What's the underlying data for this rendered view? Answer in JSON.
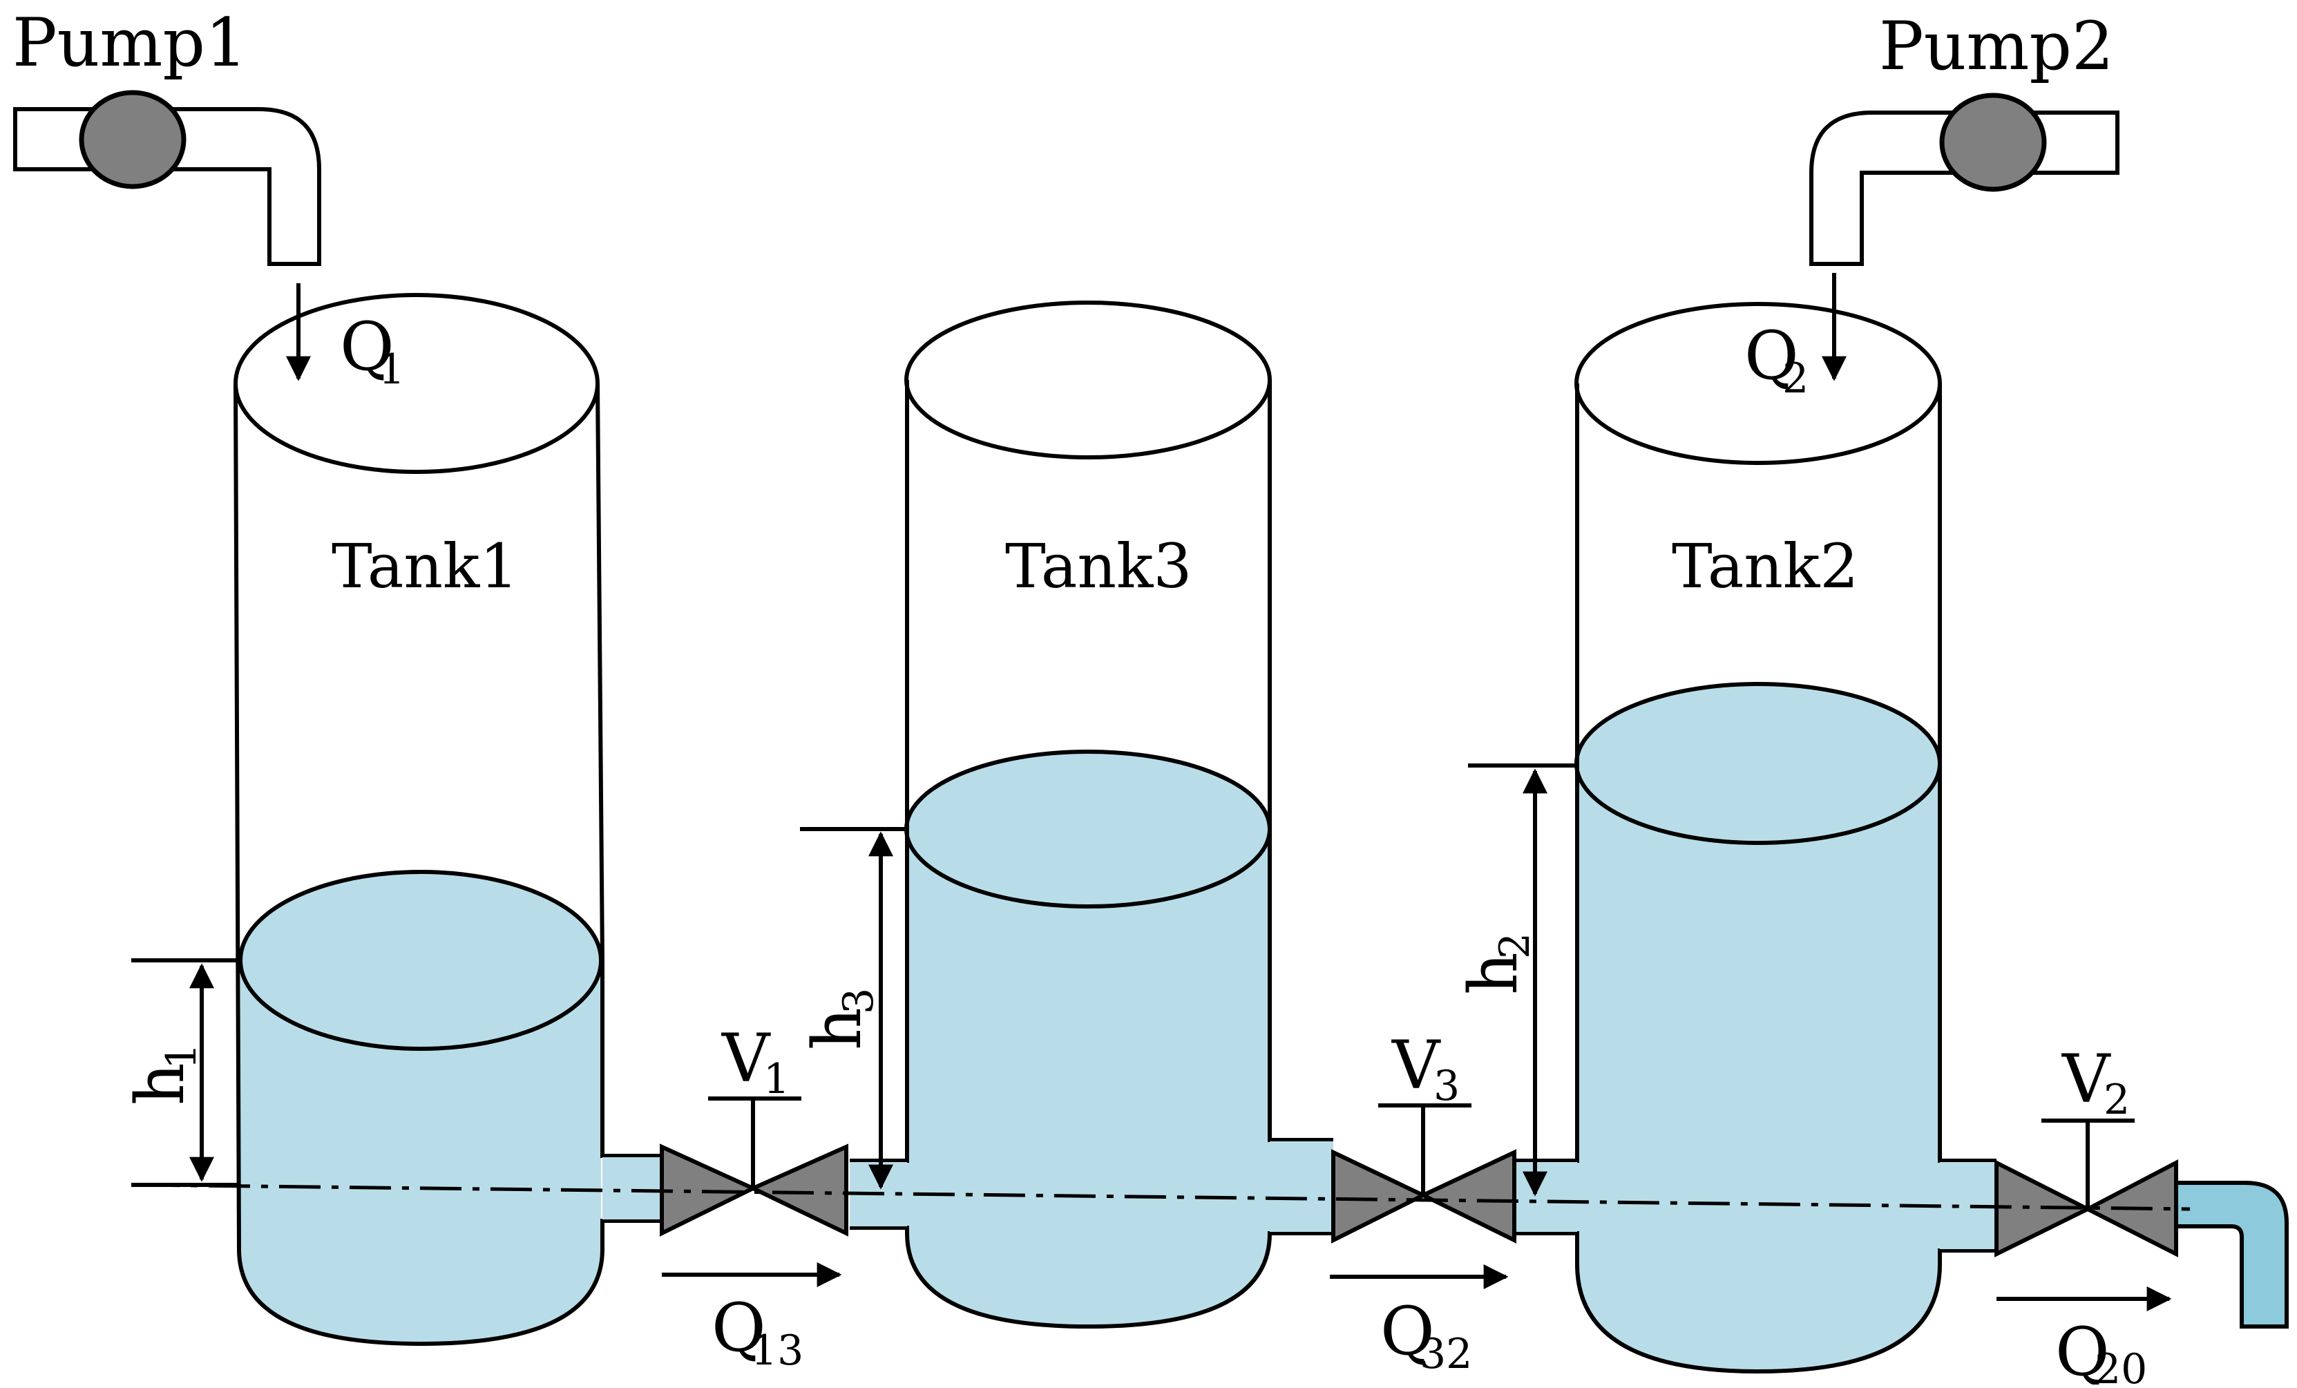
{
  "pumps": [
    {
      "id": "pump1",
      "label": "Pump1"
    },
    {
      "id": "pump2",
      "label": "Pump2"
    }
  ],
  "tanks": [
    {
      "id": "tank1",
      "label": "Tank1",
      "level_label": "h",
      "level_sub": "1"
    },
    {
      "id": "tank3",
      "label": "Tank3",
      "level_label": "h",
      "level_sub": "3"
    },
    {
      "id": "tank2",
      "label": "Tank2",
      "level_label": "h",
      "level_sub": "2"
    }
  ],
  "valves": [
    {
      "id": "v1",
      "label": "V",
      "sub": "1"
    },
    {
      "id": "v3",
      "label": "V",
      "sub": "3"
    },
    {
      "id": "v2",
      "label": "V",
      "sub": "2"
    }
  ],
  "flows": [
    {
      "id": "q1",
      "label": "Q",
      "sub": "1"
    },
    {
      "id": "q2",
      "label": "Q",
      "sub": "2"
    },
    {
      "id": "q13",
      "label": "Q",
      "sub": "13"
    },
    {
      "id": "q32",
      "label": "Q",
      "sub": "32"
    },
    {
      "id": "q20",
      "label": "Q",
      "sub": "20"
    }
  ],
  "colors": {
    "water": "#b8dde8",
    "valve": "#808080",
    "pump": "#808080",
    "outlet": "#8ccadc"
  }
}
